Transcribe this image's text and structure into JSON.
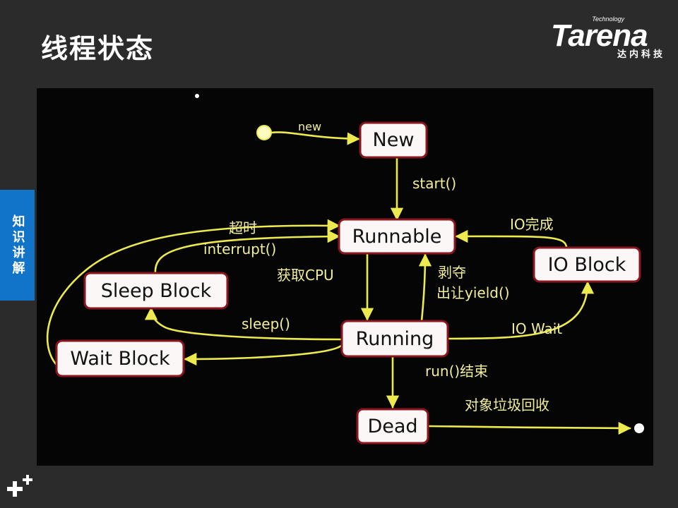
{
  "slide": {
    "title": "线程状态",
    "side_tab": "知识讲解"
  },
  "logo": {
    "technology": "Technology",
    "word": "Tarena",
    "chinese": "达内科技"
  },
  "diagram": {
    "states": {
      "new": "New",
      "runnable": "Runnable",
      "running": "Running",
      "dead": "Dead",
      "sleep_block": "Sleep Block",
      "wait_block": "Wait Block",
      "io_block": "IO Block"
    },
    "transitions": {
      "new": "new",
      "start": "start()",
      "timeout": "超时",
      "interrupt": "interrupt()",
      "get_cpu": "获取CPU",
      "preempt": "剥夺",
      "yield": "出让yield()",
      "io_done": "IO完成",
      "sleep": "sleep()",
      "io_wait": "IO Wait",
      "run_end": "run()结束",
      "gc": "对象垃圾回收"
    }
  }
}
